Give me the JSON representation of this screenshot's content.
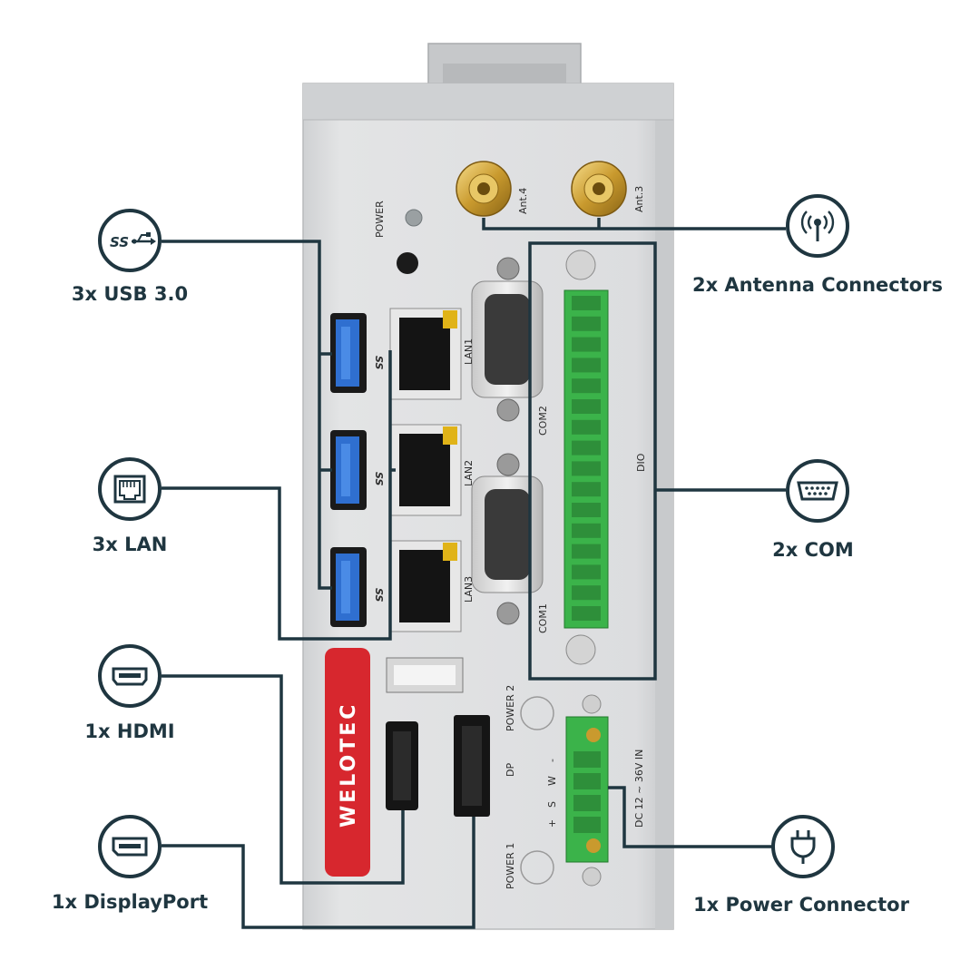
{
  "features": {
    "usb": {
      "label": "3x USB 3.0",
      "icon": "usb3-icon"
    },
    "lan": {
      "label": "3x LAN",
      "icon": "ethernet-port-icon"
    },
    "hdmi": {
      "label": "1x HDMI",
      "icon": "hdmi-port-icon"
    },
    "displayport": {
      "label": "1x DisplayPort",
      "icon": "displayport-icon"
    },
    "antenna": {
      "label": "2x Antenna Connectors",
      "icon": "antenna-icon"
    },
    "com": {
      "label": "2x COM",
      "icon": "serial-port-icon"
    },
    "power": {
      "label": "1x Power Connector",
      "icon": "power-plug-icon"
    }
  },
  "device": {
    "brand": "WELOTEC",
    "power_led_label": "POWER",
    "ant4": "Ant.4",
    "ant3": "Ant.3",
    "lan1": "LAN1",
    "lan2": "LAN2",
    "lan3": "LAN3",
    "com1": "COM1",
    "com2": "COM2",
    "dio": "DIO",
    "power2": "POWER 2",
    "power1": "POWER 1",
    "dp": "DP",
    "dc_in": "DC 12 ~ 36V IN",
    "pin_minus": "-",
    "pin_w": "W",
    "pin_s": "S",
    "pin_plus": "+",
    "ss": "SS"
  },
  "colors": {
    "line": "#1f3640",
    "usb_blue": "#2f6fd0",
    "terminal_green": "#3bb34a",
    "brand_red": "#d7272e",
    "chassis": "#d9dadb"
  }
}
